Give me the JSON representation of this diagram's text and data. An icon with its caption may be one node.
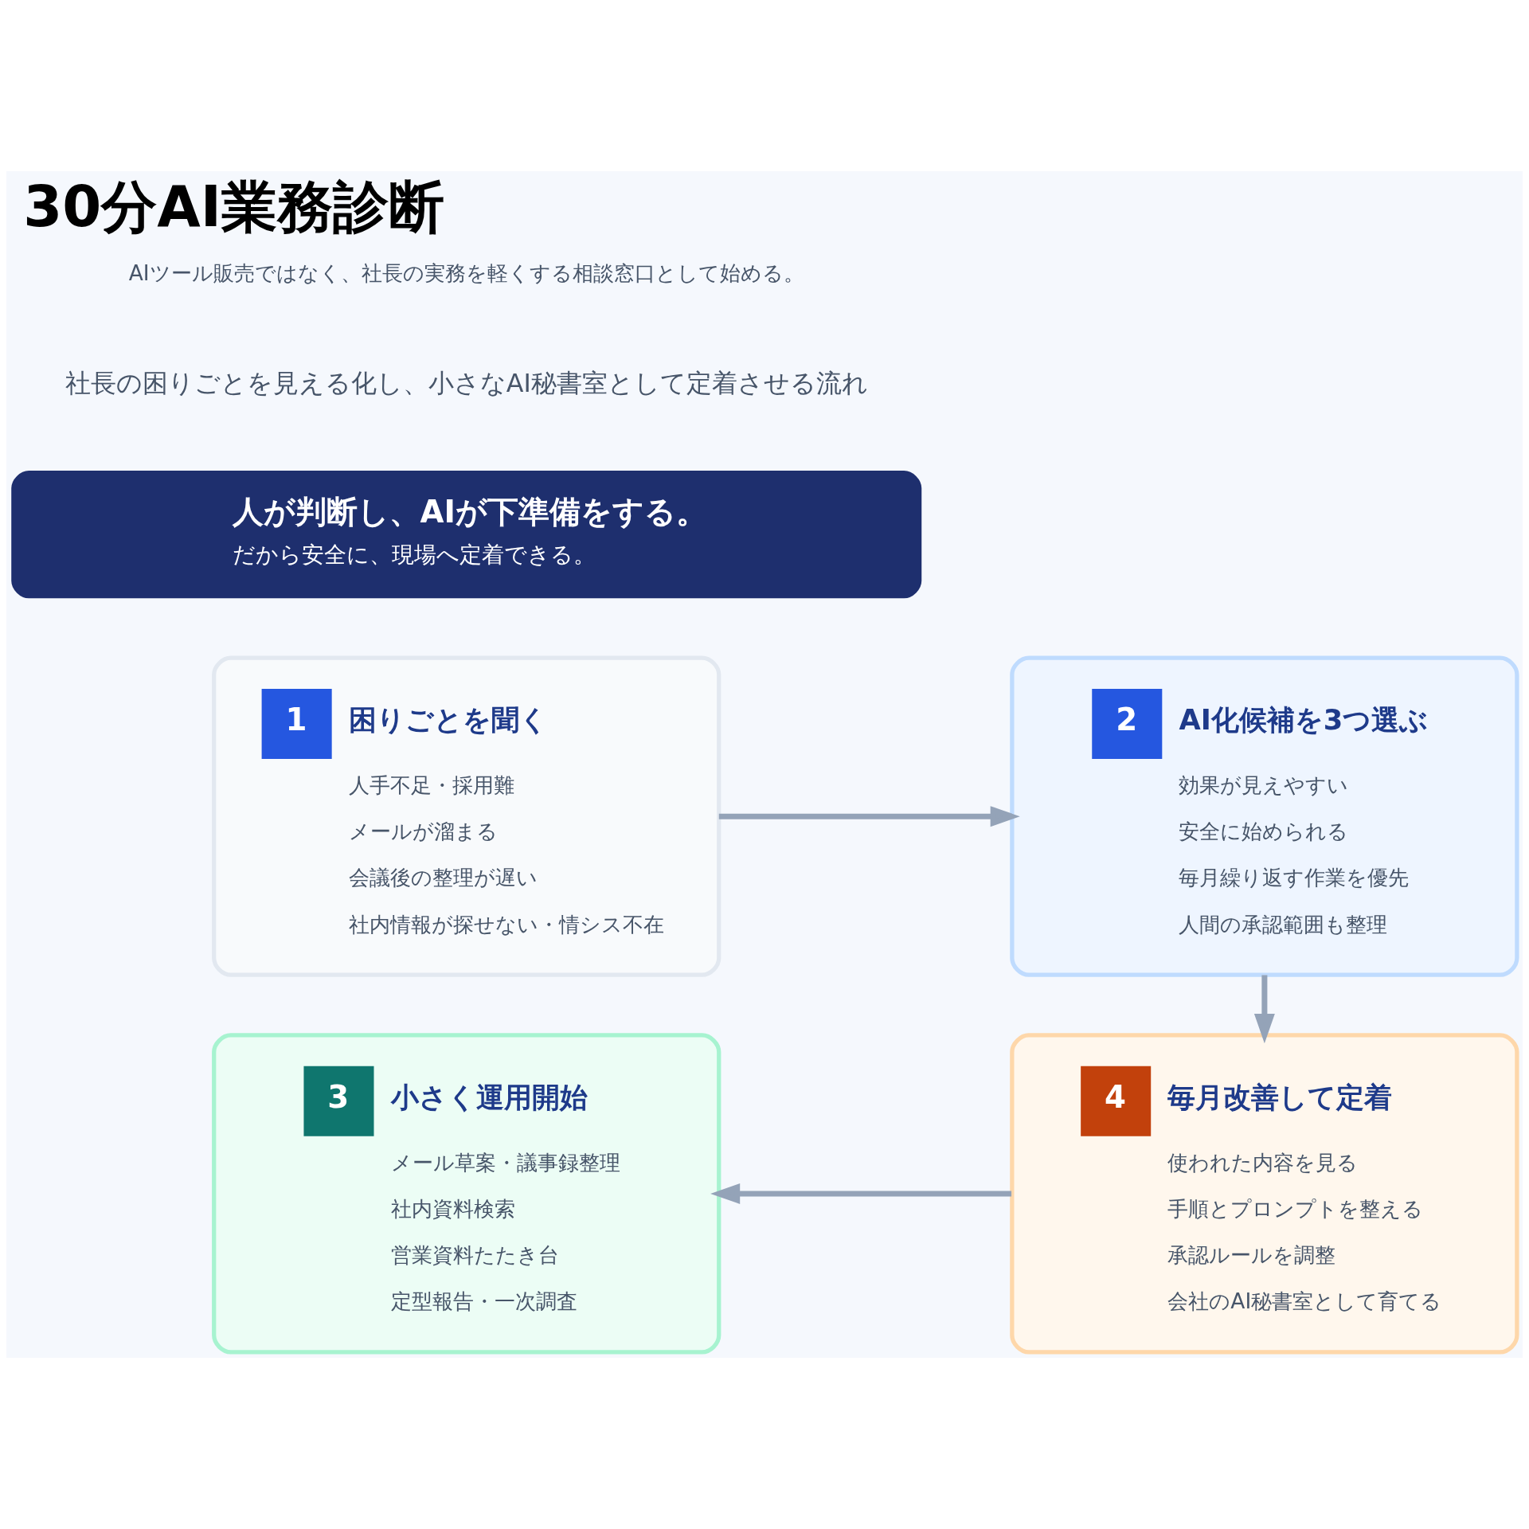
{
  "diagram": {
    "title": "30分AI業務診断",
    "nodes": [
      {
        "text": [
          "1",
          "困りごとを聞く",
          "人手不足・採用難",
          "メールが溜まる",
          "会議後の整理が遅い",
          "社内情報が探せない・情シス不在"
        ]
      },
      {
        "text": [
          "2",
          "AI化候補を3つ選ぶ",
          "効果が見えやすい",
          "安全に始められる",
          "毎月繰り返す作業を優先",
          "人間の承認範囲も整理"
        ]
      },
      {
        "text": [
          "3",
          "小さく運用開始",
          "メール草案・議事録整理",
          "社内資料検索",
          "営業資料たたき台",
          "定型報告・一次調査"
        ]
      },
      {
        "text": [
          "4",
          "毎月改善して定着",
          "使われた内容を見る",
          "手順とプロンプトを整える",
          "承認ルールを調整",
          "会社のAI秘書室として育てる"
        ]
      },
      {
        "text": [
          "人が判断し、AIが下準備をする。",
          "だから安全に、現場へ定着できる。"
        ]
      }
    ],
    "edges": [
      {
        "from": 0,
        "to": 1,
        "arrow": "to",
        "color": "#94a3b8"
      },
      {
        "from": 1,
        "to": 3,
        "arrow": "to",
        "color": "#94a3b8"
      },
      {
        "from": 3,
        "to": 2,
        "arrow": "to",
        "color": "#94a3b8"
      }
    ],
    "labels": [
      "社長の困りごとを見える化し、小さなAI秘書室として定着させる流れ",
      "AIツール販売ではなく、社長の実務を軽くする相談窓口として始める。"
    ]
  }
}
